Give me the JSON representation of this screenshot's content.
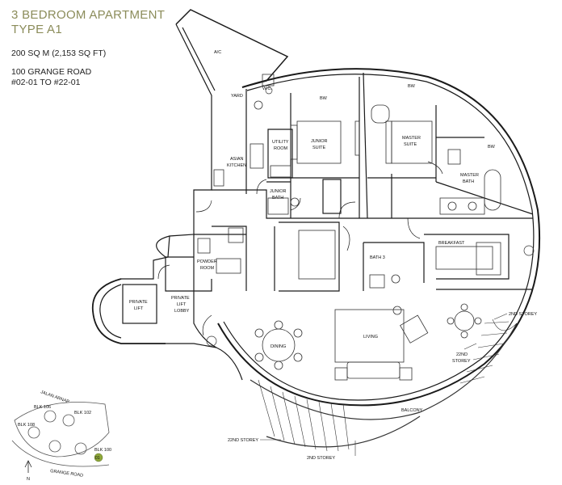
{
  "header": {
    "title_line1": "3 BEDROOM APARTMENT",
    "title_line2": "TYPE A1",
    "area": "200 SQ M (2,153 SQ FT)",
    "address": "100 GRANGE ROAD",
    "units": "#02-01 TO #22-01"
  },
  "rooms": {
    "ac": "A/C",
    "wc": "W.C.",
    "yard": "YARD",
    "utility_1": "UTILITY",
    "utility_2": "ROOM",
    "asian_kitchen_1": "ASIAN",
    "asian_kitchen_2": "KITCHEN",
    "junior_suite_1": "JUNIOR",
    "junior_suite_2": "SUITE",
    "junior_bath_1": "JUNIOR",
    "junior_bath_2": "BATH",
    "bw_1": "BW",
    "bw_2": "BW",
    "bw_3": "BW",
    "master_suite_1": "MASTER",
    "master_suite_2": "SUITE",
    "master_bath_1": "MASTER",
    "master_bath_2": "BATH",
    "powder_room_1": "POWDER",
    "powder_room_2": "ROOM",
    "private_lift_1": "PRIVATE",
    "private_lift_2": "LIFT",
    "private_lift_lobby_1": "PRIVATE",
    "private_lift_lobby_2": "LIFT",
    "private_lift_lobby_3": "LOBBY",
    "bath_3": "BATH 3",
    "breakfast": "BREAKFAST",
    "dining": "DINING",
    "living": "LIVING",
    "balcony": "BALCONY",
    "storey_a": "2ND STOREY",
    "storey_b_1": "22ND",
    "storey_b_2": "STOREY",
    "storey_c": "22ND STOREY",
    "storey_d": "2ND STOREY"
  },
  "key_plan": {
    "road_top": "JALAN ARNAP",
    "road_bottom": "GRANGE ROAD",
    "blk_106": "BLK 106",
    "blk_102": "BLK 102",
    "blk_108": "BLK 108",
    "blk_100": "BLK 100",
    "north": "N",
    "unit_marker": "01",
    "marker_color": "#8fa83a"
  }
}
